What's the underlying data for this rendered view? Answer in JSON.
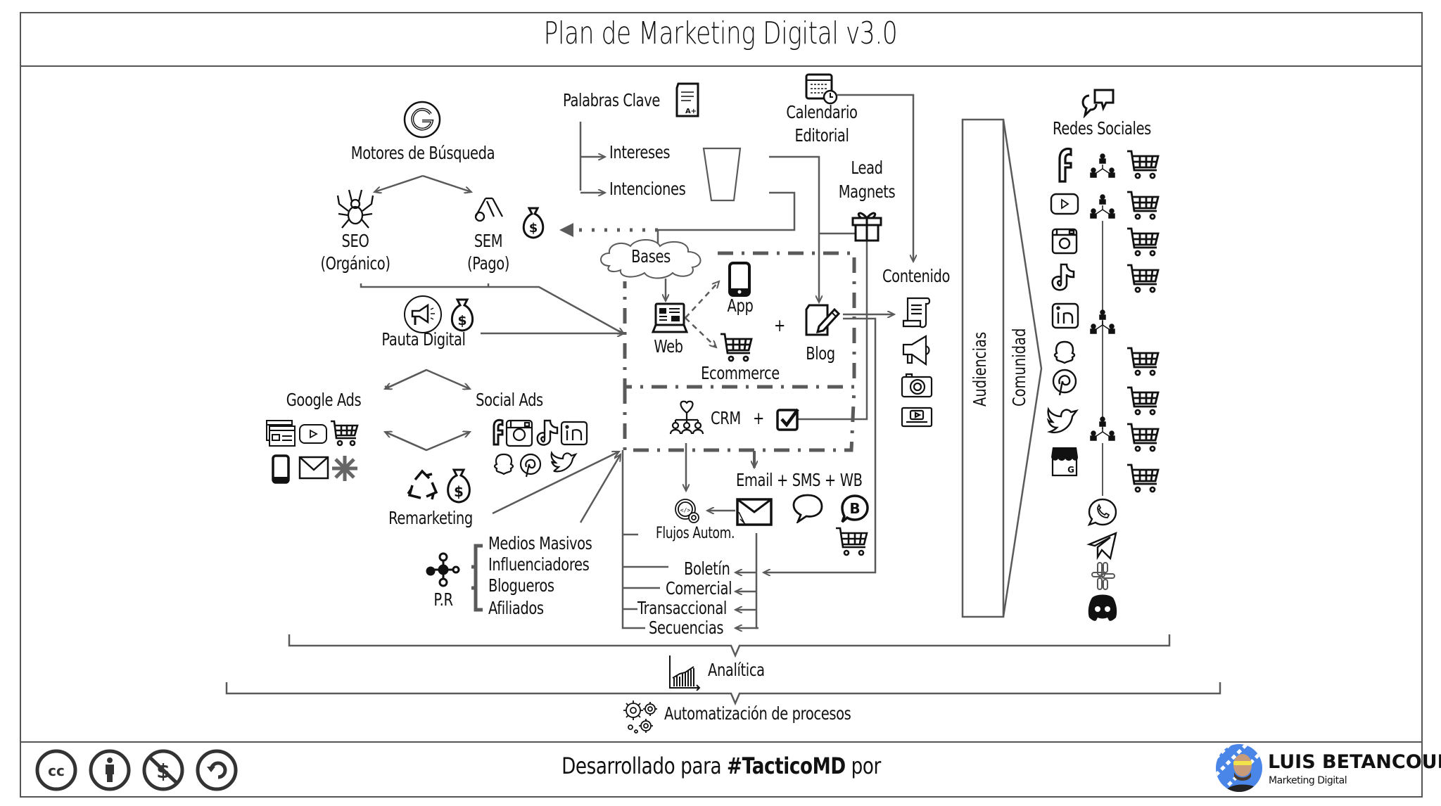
{
  "title": "Plan de Marketing Digital v3.0",
  "search": {
    "heading": "Motores de Búsqueda",
    "seo": {
      "label": "SEO",
      "sub": "(Orgánico)"
    },
    "sem": {
      "label": "SEM",
      "sub": "(Pago)"
    }
  },
  "keywords": {
    "heading": "Palabras Clave",
    "branches": [
      "Intereses",
      "Intenciones"
    ]
  },
  "calendar": {
    "line1": "Calendario",
    "line2": "Editorial"
  },
  "lead_magnets": {
    "line1": "Lead",
    "line2": "Magnets"
  },
  "bases": "Bases",
  "core": {
    "web": "Web",
    "app": "App",
    "ecommerce": "Ecommerce",
    "plus": "+",
    "blog": "Blog",
    "crm": "CRM",
    "crm_plus": "+"
  },
  "content": {
    "heading": "Contenido"
  },
  "paid": {
    "heading": "Pauta Digital",
    "google_ads": "Google Ads",
    "social_ads": "Social Ads",
    "remarketing": "Remarketing"
  },
  "pr": {
    "label": "P.R",
    "items": [
      "Medios Masivos",
      "Influenciadores",
      "Blogueros",
      "Afiliados"
    ]
  },
  "messaging": {
    "heading": "Email + SMS + WB",
    "flows": "Flujos Autom.",
    "types": [
      "Boletín",
      "Comercial",
      "Transaccional",
      "Secuencias"
    ]
  },
  "funnel_arrow": {
    "audiences": "Audiencias",
    "community": "Comunidad"
  },
  "social": {
    "heading": "Redes Sociales",
    "networks": [
      "facebook",
      "youtube",
      "instagram",
      "tiktok",
      "linkedin",
      "snapchat",
      "pinterest",
      "twitter",
      "google-my-business"
    ],
    "messengers": [
      "whatsapp",
      "telegram",
      "slack",
      "discord"
    ]
  },
  "analytics": "Analítica",
  "automation": "Automatización de procesos",
  "footer": {
    "prefix": "Desarrollado para ",
    "hashtag": "#TacticoMD",
    "suffix": " por",
    "license_icons": [
      "cc",
      "by",
      "nc",
      "sa"
    ],
    "author_name": "LUIS BETANCOURT",
    "author_role": "Marketing Digital"
  },
  "colors": {
    "line": "#5a5a5a",
    "ink": "#111111",
    "accent_blue": "#4a86e8"
  }
}
